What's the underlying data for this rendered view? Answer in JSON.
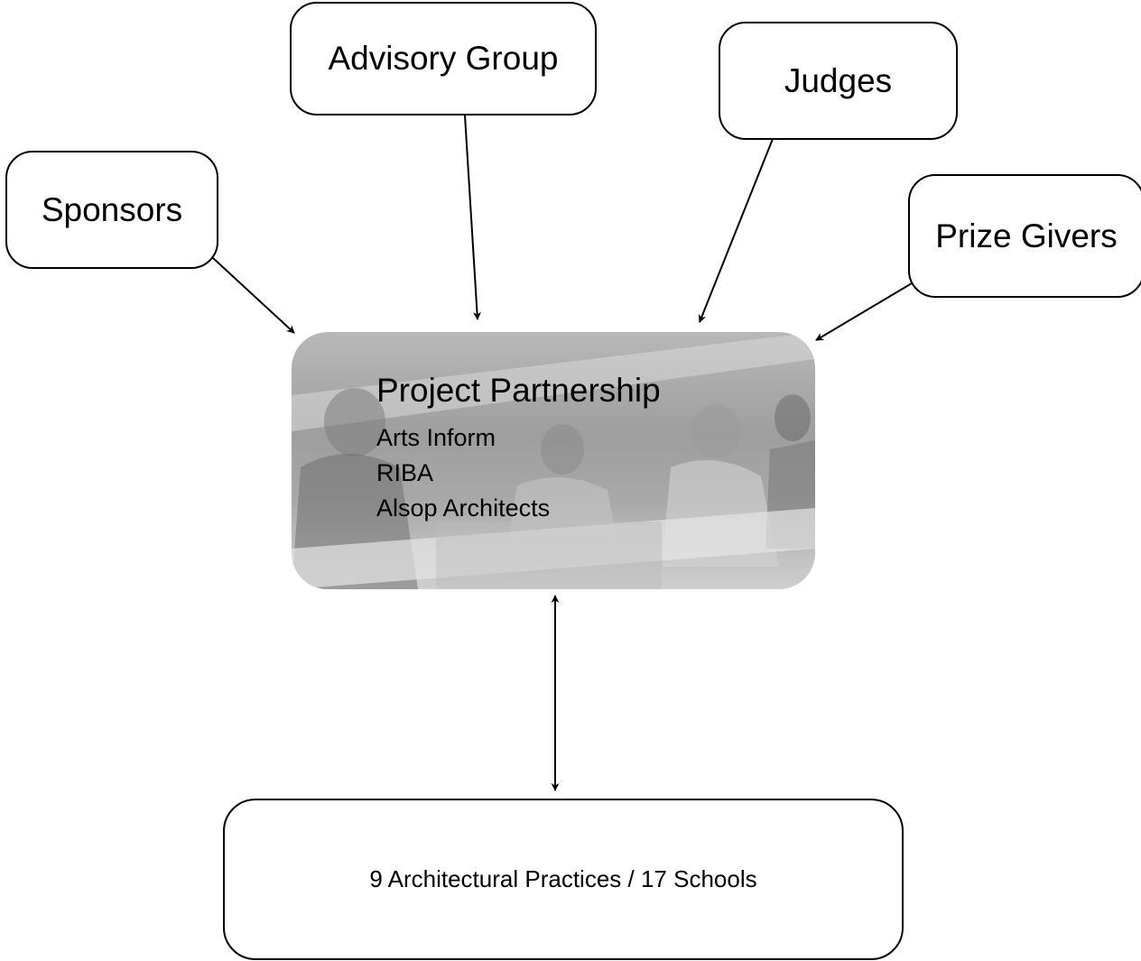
{
  "nodes": {
    "advisory_group": "Advisory Group",
    "judges": "Judges",
    "sponsors": "Sponsors",
    "prize_givers": "Prize Givers",
    "practices_schools": "9 Architectural Practices / 17 Schools"
  },
  "partnership": {
    "title": "Project Partnership",
    "members": [
      "Arts Inform",
      "RIBA",
      "Alsop Architects"
    ]
  },
  "colors": {
    "line": "#000000",
    "node_border": "#000000",
    "background": "#ffffff"
  }
}
